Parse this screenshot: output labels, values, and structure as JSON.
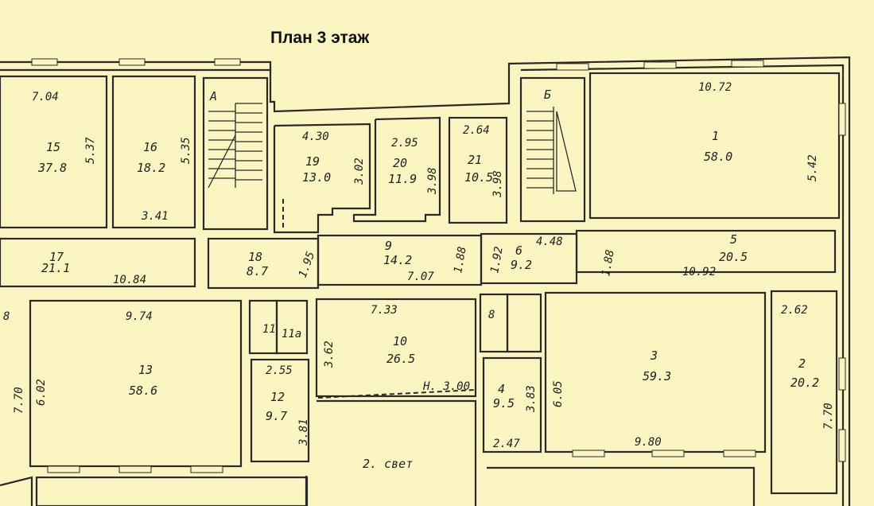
{
  "title": "План 3 этаж",
  "stairs": [
    "А",
    "Б"
  ],
  "rooms": [
    {
      "num": "15",
      "area": "37.8"
    },
    {
      "num": "16",
      "area": "18.2"
    },
    {
      "num": "19",
      "area": "13.0"
    },
    {
      "num": "20",
      "area": "11.9"
    },
    {
      "num": "21",
      "area": "10.5"
    },
    {
      "num": "1",
      "area": "58.0"
    },
    {
      "num": "17",
      "area": "21.1"
    },
    {
      "num": "18",
      "area": "8.7"
    },
    {
      "num": "9",
      "area": "14.2"
    },
    {
      "num": "6",
      "area": "9.2"
    },
    {
      "num": "5",
      "area": "20.5"
    },
    {
      "num": "13",
      "area": "58.6"
    },
    {
      "num": "11",
      "area": ""
    },
    {
      "num": "11a",
      "area": ""
    },
    {
      "num": "12",
      "area": "9.7"
    },
    {
      "num": "10",
      "area": "26.5"
    },
    {
      "num": "8",
      "area": ""
    },
    {
      "num": "4",
      "area": "9.5"
    },
    {
      "num": "3",
      "area": "59.3"
    },
    {
      "num": "2",
      "area": "20.2"
    }
  ],
  "dimensions": [
    "7.04",
    "5.37",
    "5.35",
    "3.41",
    "4.30",
    "3.02",
    "2.95",
    "3.98",
    "2.64",
    "3.98",
    "10.72",
    "5.42",
    "10.84",
    "1.95",
    "7.07",
    "1.88",
    "1.92",
    "4.48",
    "1.88",
    "10.92",
    "9.74",
    "6.02",
    "7.70",
    "7.33",
    "3.62",
    "2.55",
    "3.81",
    "Н. 3.00",
    "3.83",
    "2.47",
    "6.05",
    "9.80",
    "2.62",
    "7.70",
    "8"
  ],
  "lightwell_label": "2. свет"
}
